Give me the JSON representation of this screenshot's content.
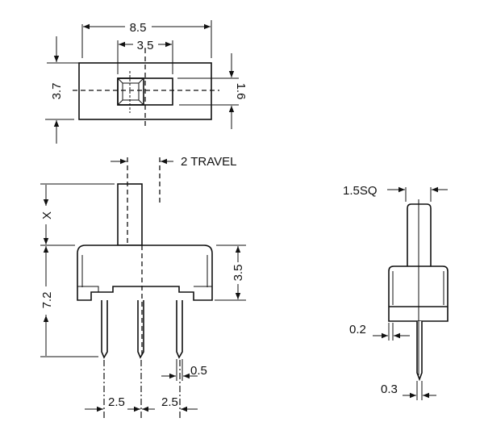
{
  "title": "Slide switch dimensional drawing",
  "top_view": {
    "width_label": "8.5",
    "slot_label": "3.5",
    "height_label": "3.7",
    "slot_height_label": "1.6"
  },
  "side_view": {
    "travel_label": "2 TRAVEL",
    "actuator_label": "X",
    "overall_label": "7.2",
    "body_label": "3.5",
    "pin_width_label": "0.5",
    "pitch_left_label": "2.5",
    "pitch_right_label": "2.5"
  },
  "end_view": {
    "actuator_label": "1.5SQ",
    "offset_label": "0.2",
    "pin_thickness_label": "0.3"
  }
}
